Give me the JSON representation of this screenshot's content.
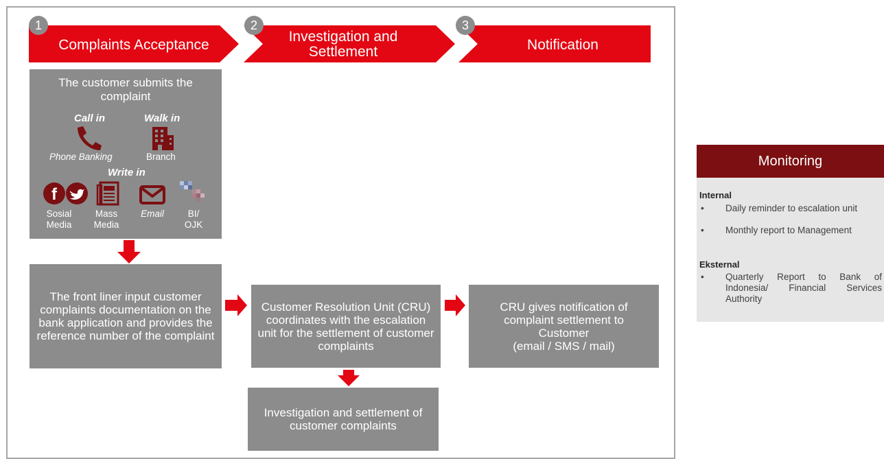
{
  "steps": [
    {
      "number": "1",
      "label": "Complaints Acceptance"
    },
    {
      "number": "2",
      "label": "Investigation and Settlement"
    },
    {
      "number": "3",
      "label": "Notification"
    }
  ],
  "submit_box": {
    "title": "The customer submits the complaint",
    "call_in": "Call in",
    "walk_in": "Walk in",
    "phone_banking": "Phone Banking",
    "branch": "Branch",
    "write_in": "Write in",
    "channels": [
      {
        "label": "Sosial Media",
        "icon": "facebook-twitter-icon"
      },
      {
        "label": "Mass Media",
        "icon": "newspaper-icon"
      },
      {
        "label": "Email",
        "icon": "envelope-icon"
      },
      {
        "label": "BI/ OJK",
        "icon": "regulator-logo-icon"
      }
    ]
  },
  "front_liner_box": "The front liner input customer complaints documentation on the bank application and provides the reference number of the complaint",
  "cru_box": "Customer Resolution Unit (CRU) coordinates with the escalation unit for the settlement of customer complaints",
  "investigation_box": "Investigation and settlement of customer complaints",
  "notification_box_line1": "CRU gives notification of complaint settlement to Customer",
  "notification_box_line2": "(email / SMS / mail)",
  "monitoring": {
    "title": "Monitoring",
    "internal_title": "Internal",
    "internal_items": [
      "Daily reminder to escalation unit",
      "Monthly report to Management"
    ],
    "external_title": "Eksternal",
    "external_items": [
      "Quarterly Report to Bank of Indonesia/ Financial Services Authority"
    ]
  },
  "colors": {
    "accent_red": "#e30613",
    "dark_red": "#7b0f12",
    "box_gray": "#8c8c8c",
    "panel_gray": "#e7e6e6"
  }
}
